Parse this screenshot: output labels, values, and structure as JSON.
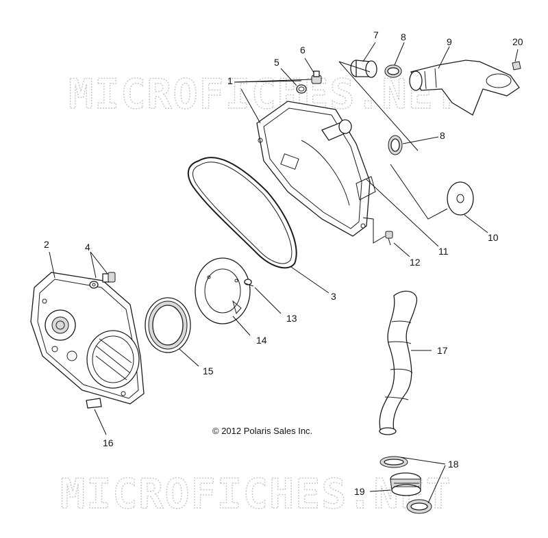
{
  "watermark": {
    "top": "MICROFICHES.NET",
    "bottom": "MICROFICHES.NET"
  },
  "copyright": "© 2012 Polaris Sales Inc.",
  "callouts": [
    {
      "id": "1",
      "label": "1"
    },
    {
      "id": "2",
      "label": "2"
    },
    {
      "id": "3",
      "label": "3"
    },
    {
      "id": "4",
      "label": "4"
    },
    {
      "id": "5",
      "label": "5"
    },
    {
      "id": "6",
      "label": "6"
    },
    {
      "id": "7",
      "label": "7"
    },
    {
      "id": "8a",
      "label": "8"
    },
    {
      "id": "8b",
      "label": "8"
    },
    {
      "id": "9",
      "label": "9"
    },
    {
      "id": "10",
      "label": "10"
    },
    {
      "id": "11",
      "label": "11"
    },
    {
      "id": "12",
      "label": "12"
    },
    {
      "id": "13",
      "label": "13"
    },
    {
      "id": "14",
      "label": "14"
    },
    {
      "id": "15",
      "label": "15"
    },
    {
      "id": "16",
      "label": "16"
    },
    {
      "id": "17",
      "label": "17"
    },
    {
      "id": "18",
      "label": "18"
    },
    {
      "id": "19",
      "label": "19"
    },
    {
      "id": "20",
      "label": "20"
    }
  ]
}
